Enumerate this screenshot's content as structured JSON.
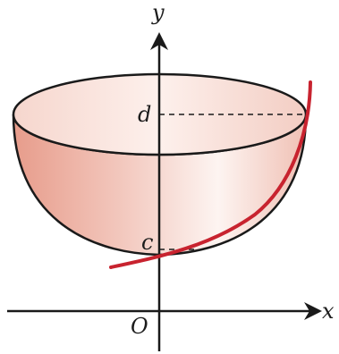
{
  "labels": {
    "y_axis": "y",
    "x_axis": "x",
    "origin": "O",
    "d": "d",
    "c": "c"
  },
  "colors": {
    "curve": "#c8232f",
    "axes": "#1a1a1a",
    "bowl_light": "#fbefec",
    "bowl_mid": "#f1c6bb",
    "bowl_dark": "#e39a89"
  }
}
